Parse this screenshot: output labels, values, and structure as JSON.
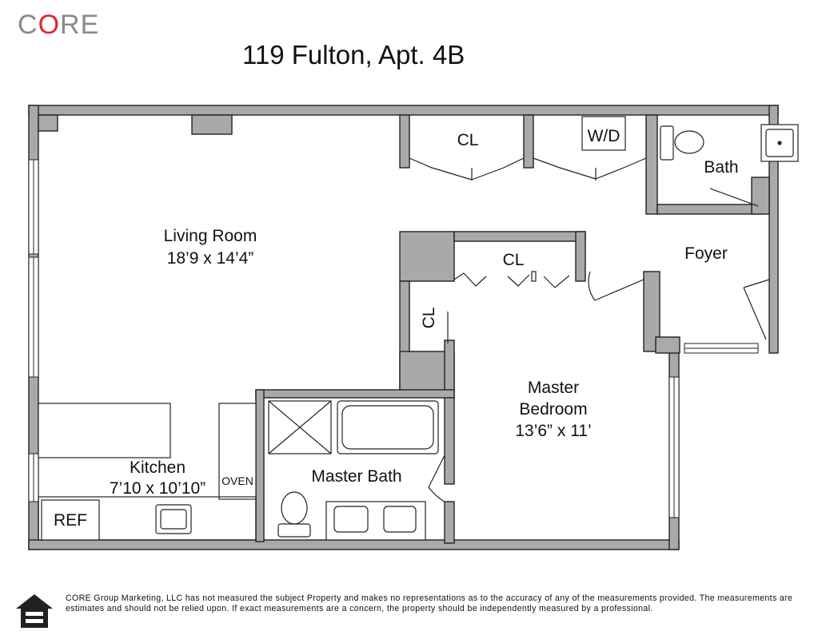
{
  "header": {
    "logo_prefix": "C",
    "logo_o": "O",
    "logo_suffix": "RE",
    "title": "119 Fulton, Apt. 4B"
  },
  "rooms": {
    "living_room": {
      "name": "Living Room",
      "size": "18’9 x 14’4”"
    },
    "kitchen": {
      "name": "Kitchen",
      "size": "7’10 x 10’10”"
    },
    "master_bedroom": {
      "name_line1": "Master",
      "name_line2": "Bedroom",
      "size": "13’6” x 11’"
    },
    "master_bath": {
      "name": "Master Bath"
    },
    "bath": {
      "name": "Bath"
    },
    "foyer": {
      "name": "Foyer"
    },
    "closet_top": {
      "name": "CL"
    },
    "closet_bedroom": {
      "name": "CL"
    },
    "closet_side": {
      "name": "CL"
    },
    "washer_dryer": {
      "name": "W/D"
    },
    "oven": {
      "name": "OVEN"
    },
    "refrigerator": {
      "name": "REF"
    }
  },
  "footer": {
    "disclaimer": "CORE Group Marketing, LLC has not measured the subject Property and makes no representations as to the accuracy of any of the measurements provided. The measurements are estimates and should not be relied upon. If exact measurements are a concern, the property should be independently measured by a professional."
  }
}
